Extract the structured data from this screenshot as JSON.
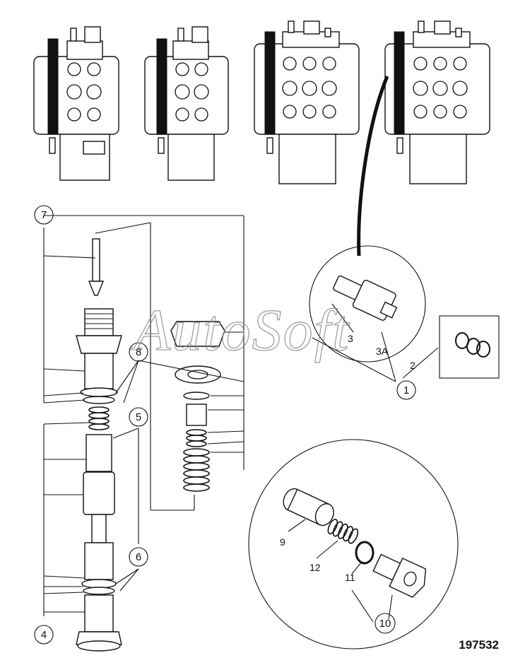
{
  "watermark": "AutoSoft",
  "figure_number": "197532",
  "callouts": {
    "c1": "1",
    "c2": "2",
    "c3": "3",
    "c3a": "3A",
    "c4": "4",
    "c5": "5",
    "c6": "6",
    "c7": "7",
    "c8": "8",
    "c9": "9",
    "c10": "10",
    "c11": "11",
    "c12": "12"
  },
  "colors": {
    "ink": "#111111",
    "paper": "#ffffff",
    "watermark": "#888888"
  }
}
